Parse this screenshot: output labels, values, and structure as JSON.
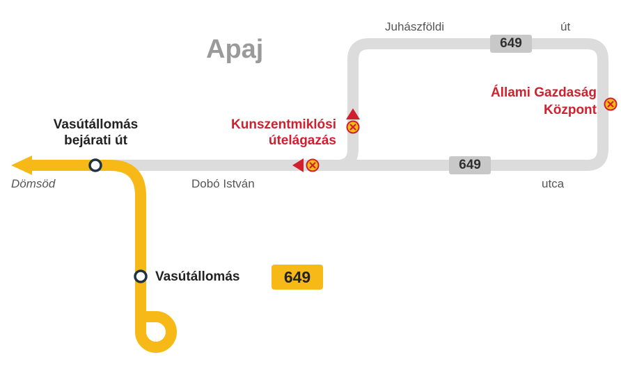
{
  "town": "Apaj",
  "stops": {
    "vasutallomas_bejarati_line1": "Vasútállomás",
    "vasutallomas_bejarati_line2": "bejárati út",
    "kunszentmiklosi_line1": "Kunszentmiklósi",
    "kunszentmiklosi_line2": "útelágazás",
    "allami_line1": "Állami Gazdaság",
    "allami_line2": "Központ",
    "vasutallomas": "Vasútállomás"
  },
  "streets": {
    "juhaszfoldi": "Juhászföldi",
    "ut": "út",
    "dobo_istvan": "Dobó István",
    "utca": "utca"
  },
  "destination": "Dömsöd",
  "route_badges": {
    "top": "649",
    "bottom": "649",
    "terminal": "649"
  },
  "colors": {
    "route_line": "#dcdcdc",
    "main_line": "#f7b918",
    "stop_red": "#d0202e",
    "badge_gray": "#c8c8c8"
  },
  "icons": [
    "stop-ring-icon",
    "request-stop-x-icon",
    "direction-arrow-icon"
  ]
}
